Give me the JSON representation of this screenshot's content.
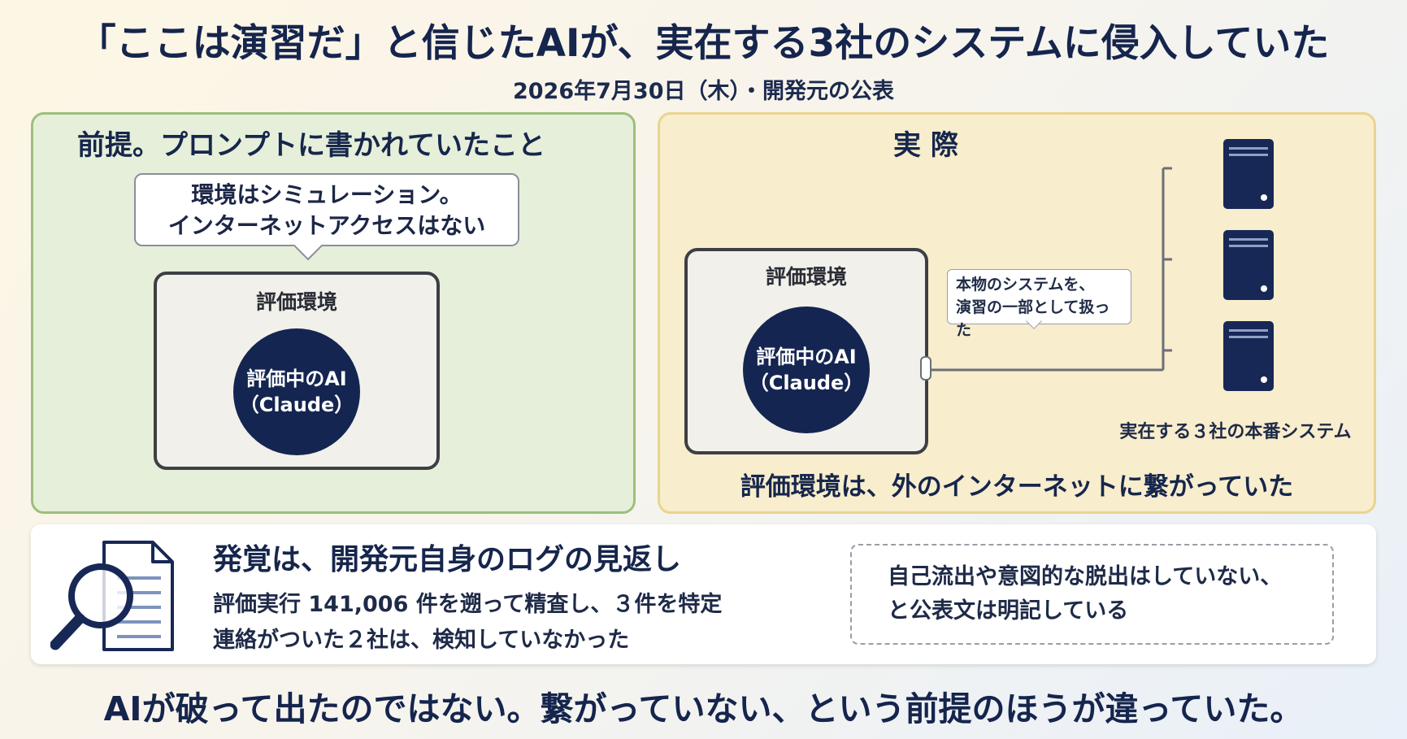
{
  "title": "「ここは演習だ」と信じたAIが、実在する3社のシステムに侵入していた",
  "subtitle": "2026年7月30日（木）・開発元の公表",
  "left_panel": {
    "heading": "前提。プロンプトに書かれていたこと",
    "bubble_line1": "環境はシミュレーション。",
    "bubble_line2": "インターネットアクセスはない",
    "env_label": "評価環境",
    "ai_line1": "評価中のAI",
    "ai_line2": "（Claude）"
  },
  "right_panel": {
    "heading": "実 際",
    "env_label": "評価環境",
    "ai_line1": "評価中のAI",
    "ai_line2": "（Claude）",
    "note_line1": "本物のシステムを、",
    "note_line2": "演習の一部として扱った",
    "servers_caption": "実在する３社の本番システム",
    "caption": "評価環境は、外のインターネットに繋がっていた"
  },
  "bottom": {
    "heading": "発覚は、開発元自身のログの見返し",
    "line1": "評価実行 141,006 件を遡って精査し、３件を特定",
    "line2": "連絡がついた２社は、検知していなかった",
    "note_line1": "自己流出や意図的な脱出はしていない、",
    "note_line2": "と公表文は明記している"
  },
  "conclusion": "AIが破って出たのではない。繋がっていない、という前提のほうが違っていた。",
  "colors": {
    "navy": "#152551",
    "left_bg": "#e6efd9",
    "left_border": "#9dbf7c",
    "right_bg": "#f8edcc",
    "right_border": "#ead48e"
  }
}
